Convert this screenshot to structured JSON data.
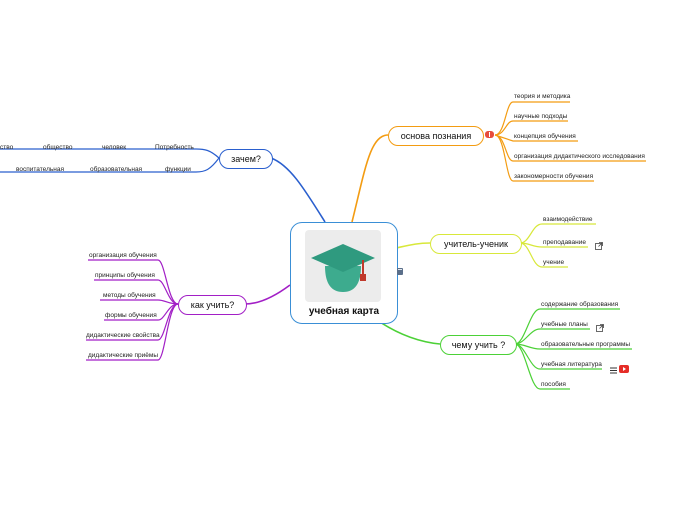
{
  "central": {
    "title": "учебная карта",
    "image_icon": "graduation-cap-icon"
  },
  "branches": {
    "zachem": {
      "label": "зачем?",
      "color": "#2a5fce",
      "row1": [
        "Потребность",
        "человек",
        "общество",
        "ство"
      ],
      "row2": [
        "функции",
        "образовательная",
        "воспитательная"
      ]
    },
    "osnova": {
      "label": "основа познания",
      "color": "#f39c12",
      "badge_icon": "info-icon",
      "items": [
        "теория и методика",
        "научные подходы",
        "концепция обучения",
        "организация дидактического исследования",
        "закономерности обучения"
      ]
    },
    "uchitel": {
      "label": "учитель-ученик",
      "color": "#d8e83a",
      "items": [
        "взаимодействие",
        "преподавание",
        "учение"
      ]
    },
    "chemu": {
      "label": "чему учить ?",
      "color": "#4cd137",
      "items": [
        "содержание образования",
        "учебные планы",
        "образовательные программы",
        "учебная литература",
        "пособия"
      ]
    },
    "kak": {
      "label": "как учить?",
      "color": "#a21fc6",
      "items": [
        "организация обучения",
        "принципы обучения",
        "методы обучения",
        "формы обучения",
        "дидактические свойства",
        "дидактические приёмы"
      ]
    }
  },
  "icons": {
    "external_link": "external-link-icon",
    "notes": "notes-icon",
    "video": "video-icon",
    "book": "book-icon"
  }
}
